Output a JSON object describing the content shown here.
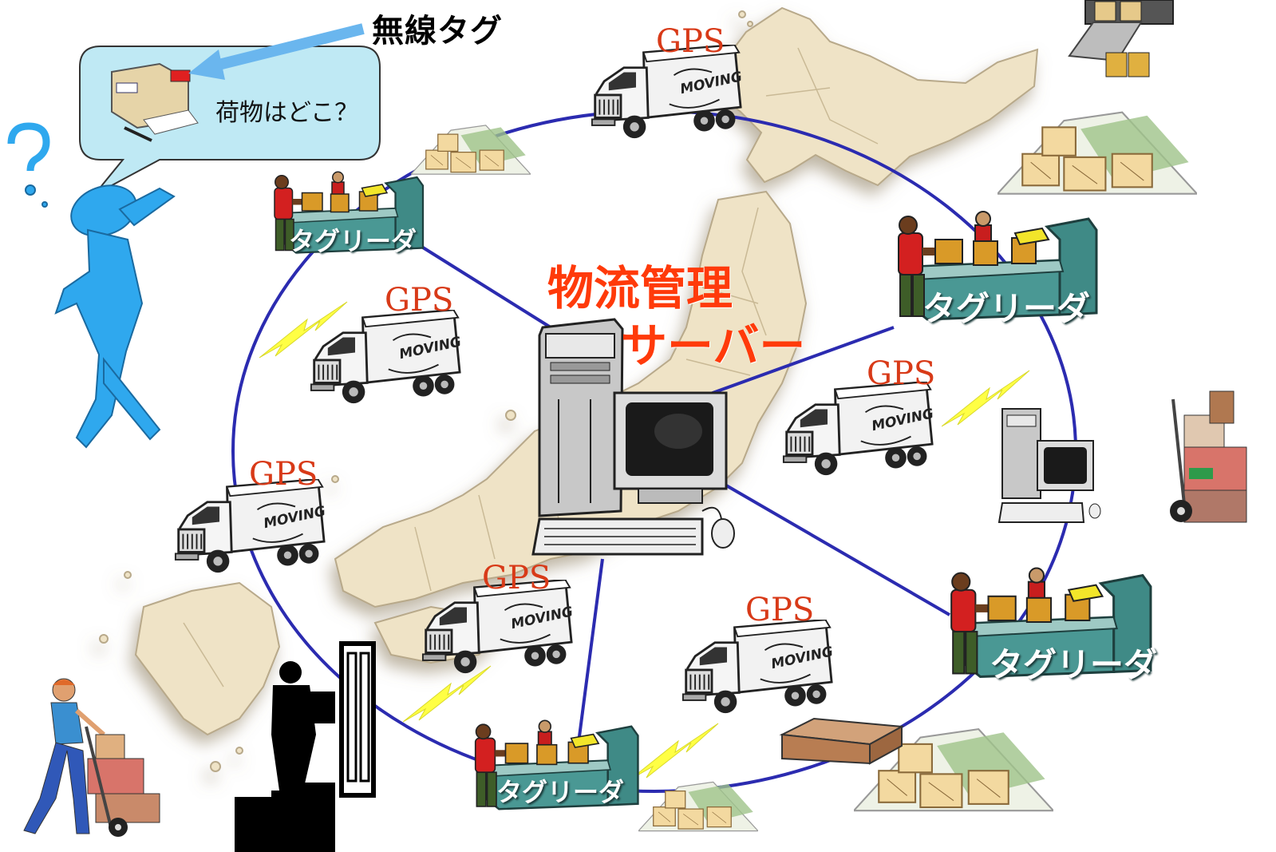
{
  "wireless_tag_label": "無線タグ",
  "bubble_text": "荷物はどこ？",
  "server_label_line1": "物流管理",
  "server_label_line2": "サーバー",
  "gps_label": "GPS",
  "truck_side_text": "MOVING",
  "tag_reader_label": "タグリーダ",
  "gps_labels": [
    "GPS",
    "GPS",
    "GPS",
    "GPS",
    "GPS",
    "GPS"
  ],
  "reader_labels": [
    "タグリーダ",
    "タグリーダ",
    "タグリーダ",
    "タグリーダ"
  ],
  "colors": {
    "ring": "#2b2bb0",
    "server_text": "#ff3a0a",
    "gps_text": "#d83a18",
    "reader_body": "#3f8a86",
    "person_icon": "#2fa8ee",
    "map_land": "#efe3c6",
    "bubble": "#bfe9f4",
    "lightning": "#ffff44"
  }
}
